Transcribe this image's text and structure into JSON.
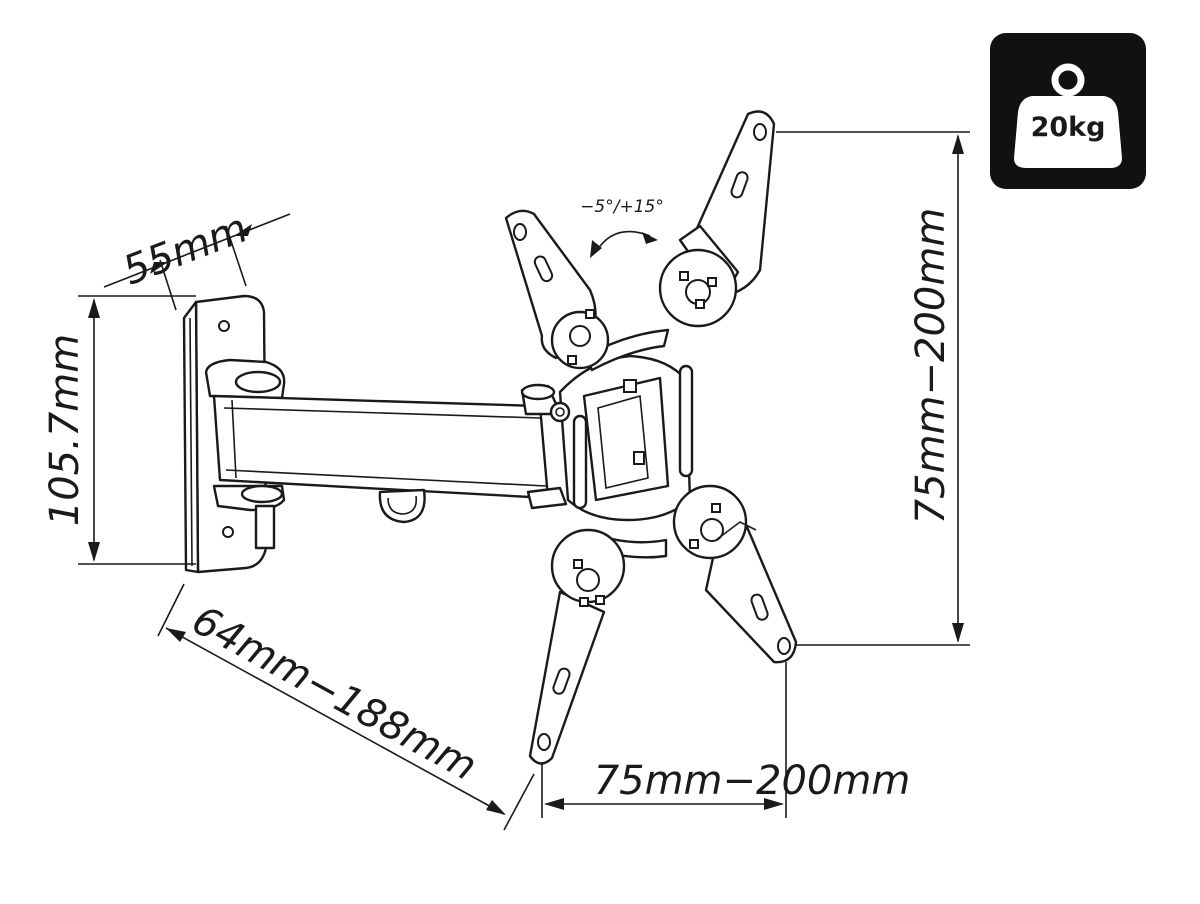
{
  "load_badge": {
    "text": "20kg",
    "icon": "weight-icon",
    "bg_color": "#111111"
  },
  "dimensions": {
    "plate_width": "55mm",
    "plate_height": "105.7mm",
    "arm_extension": "64mm−188mm",
    "vesa_vertical": "75mm−200mm",
    "vesa_horizontal": "75mm−200mm"
  },
  "tilt": {
    "text": "−5°/+15°"
  }
}
